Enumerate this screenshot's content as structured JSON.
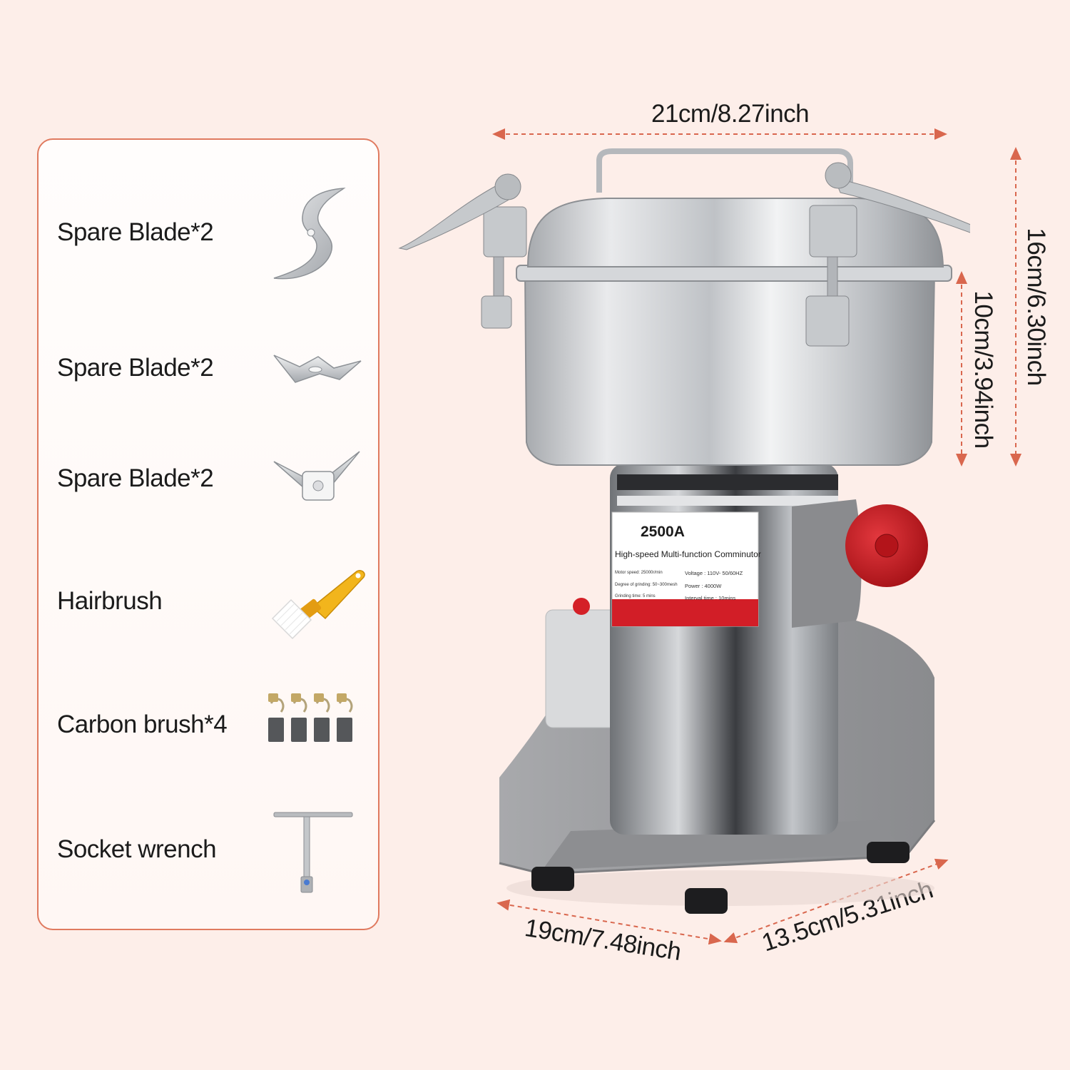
{
  "accessories": [
    {
      "label": "Spare Blade*2",
      "icon": "curved-blade-icon"
    },
    {
      "label": "Spare Blade*2",
      "icon": "flat-blade-icon"
    },
    {
      "label": "Spare Blade*2",
      "icon": "v-blade-icon"
    },
    {
      "label": "Hairbrush",
      "icon": "hairbrush-icon"
    },
    {
      "label": "Carbon brush*4",
      "icon": "carbon-brush-icon"
    },
    {
      "label": "Socket wrench",
      "icon": "socket-wrench-icon"
    }
  ],
  "dimensions": {
    "width": "21cm/8.27inch",
    "total_height": "16cm/6.30inch",
    "bowl_height": "10cm/3.94inch",
    "base_width": "19cm/7.48inch",
    "base_depth": "13.5cm/5.31inch"
  },
  "product_label": {
    "model": "2500A",
    "name": "High-speed Multi-function Comminutor",
    "specs_left": [
      "Motor speed: 25000r/min",
      "Degree of grinding: 50~300mesh",
      "Grinding time: 5 mins"
    ],
    "specs_right": [
      "Voltage : 110V- 50/60HZ",
      "Power : 4000W",
      "Interval time : 10mins"
    ]
  },
  "colors": {
    "background": "#fdeee9",
    "accent": "#e07a5f",
    "knob_red": "#c8161d",
    "steel": "#c9cbce",
    "base_gray": "#9a9b9e"
  }
}
